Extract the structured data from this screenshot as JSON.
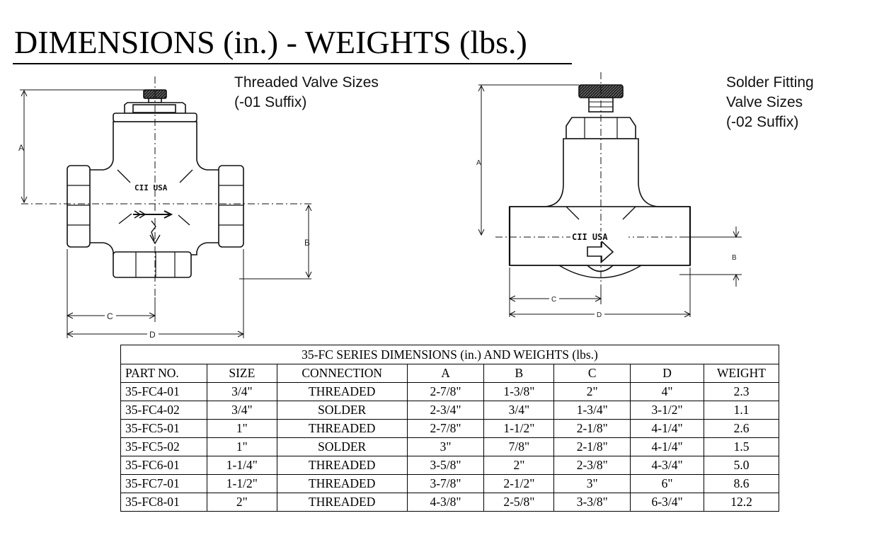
{
  "page": {
    "title": "DIMENSIONS (in.) - WEIGHTS (lbs.)"
  },
  "figures": {
    "threaded": {
      "caption_line1": "Threaded Valve Sizes",
      "caption_line2": "(-01 Suffix)",
      "stamp": "CII USA",
      "dim_a": "A",
      "dim_b": "B",
      "dim_c": "C",
      "dim_d": "D"
    },
    "solder": {
      "caption_line1": "Solder Fitting",
      "caption_line2": "Valve Sizes",
      "caption_line3": "(-02 Suffix)",
      "stamp": "CII USA",
      "dim_a": "A",
      "dim_b": "B",
      "dim_c": "C",
      "dim_d": "D"
    }
  },
  "table": {
    "caption": "35-FC SERIES DIMENSIONS (in.) AND WEIGHTS (lbs.)",
    "headers": [
      "PART NO.",
      "SIZE",
      "CONNECTION",
      "A",
      "B",
      "C",
      "D",
      "WEIGHT"
    ],
    "rows": [
      [
        "35-FC4-01",
        "3/4\"",
        "THREADED",
        "2-7/8\"",
        "1-3/8\"",
        "2\"",
        "4\"",
        "2.3"
      ],
      [
        "35-FC4-02",
        "3/4\"",
        "SOLDER",
        "2-3/4\"",
        "3/4\"",
        "1-3/4\"",
        "3-1/2\"",
        "1.1"
      ],
      [
        "35-FC5-01",
        "1\"",
        "THREADED",
        "2-7/8\"",
        "1-1/2\"",
        "2-1/8\"",
        "4-1/4\"",
        "2.6"
      ],
      [
        "35-FC5-02",
        "1\"",
        "SOLDER",
        "3\"",
        "7/8\"",
        "2-1/8\"",
        "4-1/4\"",
        "1.5"
      ],
      [
        "35-FC6-01",
        "1-1/4\"",
        "THREADED",
        "3-5/8\"",
        "2\"",
        "2-3/8\"",
        "4-3/4\"",
        "5.0"
      ],
      [
        "35-FC7-01",
        "1-1/2\"",
        "THREADED",
        "3-7/8\"",
        "2-1/2\"",
        "3\"",
        "6\"",
        "8.6"
      ],
      [
        "35-FC8-01",
        "2\"",
        "THREADED",
        "4-3/8\"",
        "2-5/8\"",
        "3-3/8\"",
        "6-3/4\"",
        "12.2"
      ]
    ]
  }
}
